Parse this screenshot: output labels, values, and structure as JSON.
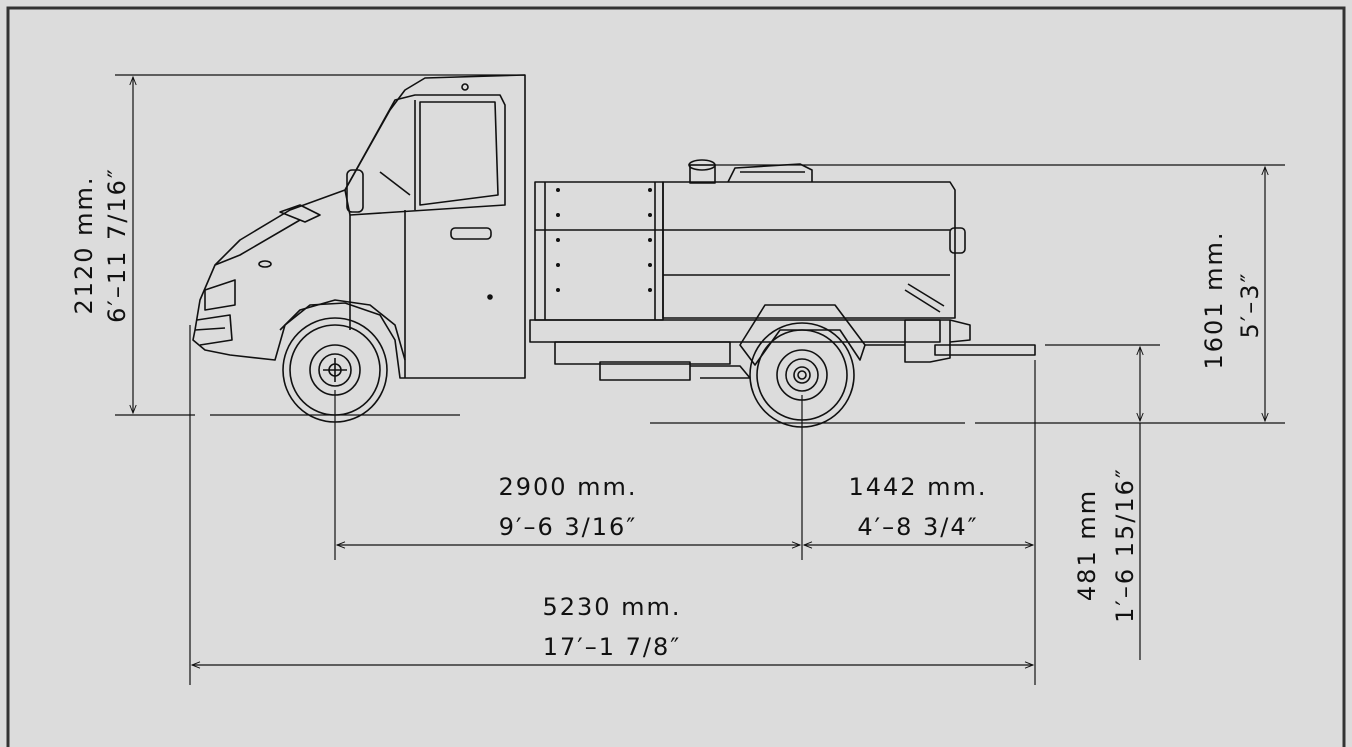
{
  "colors": {
    "background": "#dcdcdc",
    "line": "#111111",
    "fill": "#dcdcdc"
  },
  "dimensions": {
    "overall_height": {
      "metric": "2120 mm.",
      "imperial": "6′–11  7/16″"
    },
    "tank_height": {
      "metric": "1601 mm.",
      "imperial": "5′–3″"
    },
    "rear_height": {
      "metric": "481  mm",
      "imperial": "1′–6  15/16″"
    },
    "wheelbase": {
      "metric": "2900  mm.",
      "imperial": "9′–6  3/16″"
    },
    "rear_overhang": {
      "metric": "1442  mm.",
      "imperial": "4′–8  3/4″"
    },
    "overall_length": {
      "metric": "5230  mm.",
      "imperial": "17′–1  7/8″"
    }
  }
}
